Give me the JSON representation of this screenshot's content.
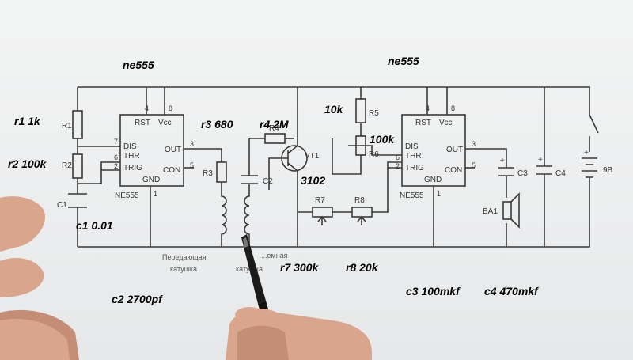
{
  "annotations": {
    "ic1": "ne555",
    "ic2": "ne555",
    "r1": "r1 1k",
    "r2": "r2 100k",
    "c1": "c1 0.01",
    "r3": "r3 680",
    "r4": "r4  2M",
    "r5": "10k",
    "r6": "100k",
    "vt": "3102",
    "r7": "r7 300k",
    "r8": "r8 20k",
    "c2": "c2  2700pf",
    "c3": "c3 100mkf",
    "c4": "c4 470mkf"
  },
  "ic_left": {
    "rst": "RST",
    "vcc": "Vcc",
    "dis": "DIS",
    "thr": "THR",
    "trig": "TRIG",
    "out": "OUT",
    "con": "CON",
    "gnd": "GND",
    "name": "NE555",
    "pin4": "4",
    "pin8": "8",
    "pin7": "7",
    "pin6": "6",
    "pin2": "2",
    "pin3": "3",
    "pin5": "5",
    "pin1": "1"
  },
  "ic_right": {
    "rst": "RST",
    "vcc": "Vcc",
    "dis": "DIS",
    "thr": "THR",
    "trig": "TRIG",
    "out": "OUT",
    "con": "CON",
    "gnd": "GND",
    "name": "NE555",
    "pin4": "4",
    "pin8": "8",
    "pin6": "6",
    "pin2": "2",
    "pin3": "3",
    "pin5": "5",
    "pin1": "1"
  },
  "refs": {
    "r1": "R1",
    "r2": "R2",
    "c1": "C1",
    "r3": "R3",
    "c2": "C2",
    "r4": "R4",
    "vt1": "VT1",
    "r5": "R5",
    "r6": "R6",
    "r7": "R7",
    "r8": "R8",
    "c3": "C3",
    "c4": "C4",
    "ba1": "BA1",
    "battery": "9В"
  },
  "coil_captions": {
    "tx_line1": "Передающая",
    "tx_line2": "катушка",
    "rx_line1": "...емная",
    "rx_line2": "катушка"
  }
}
